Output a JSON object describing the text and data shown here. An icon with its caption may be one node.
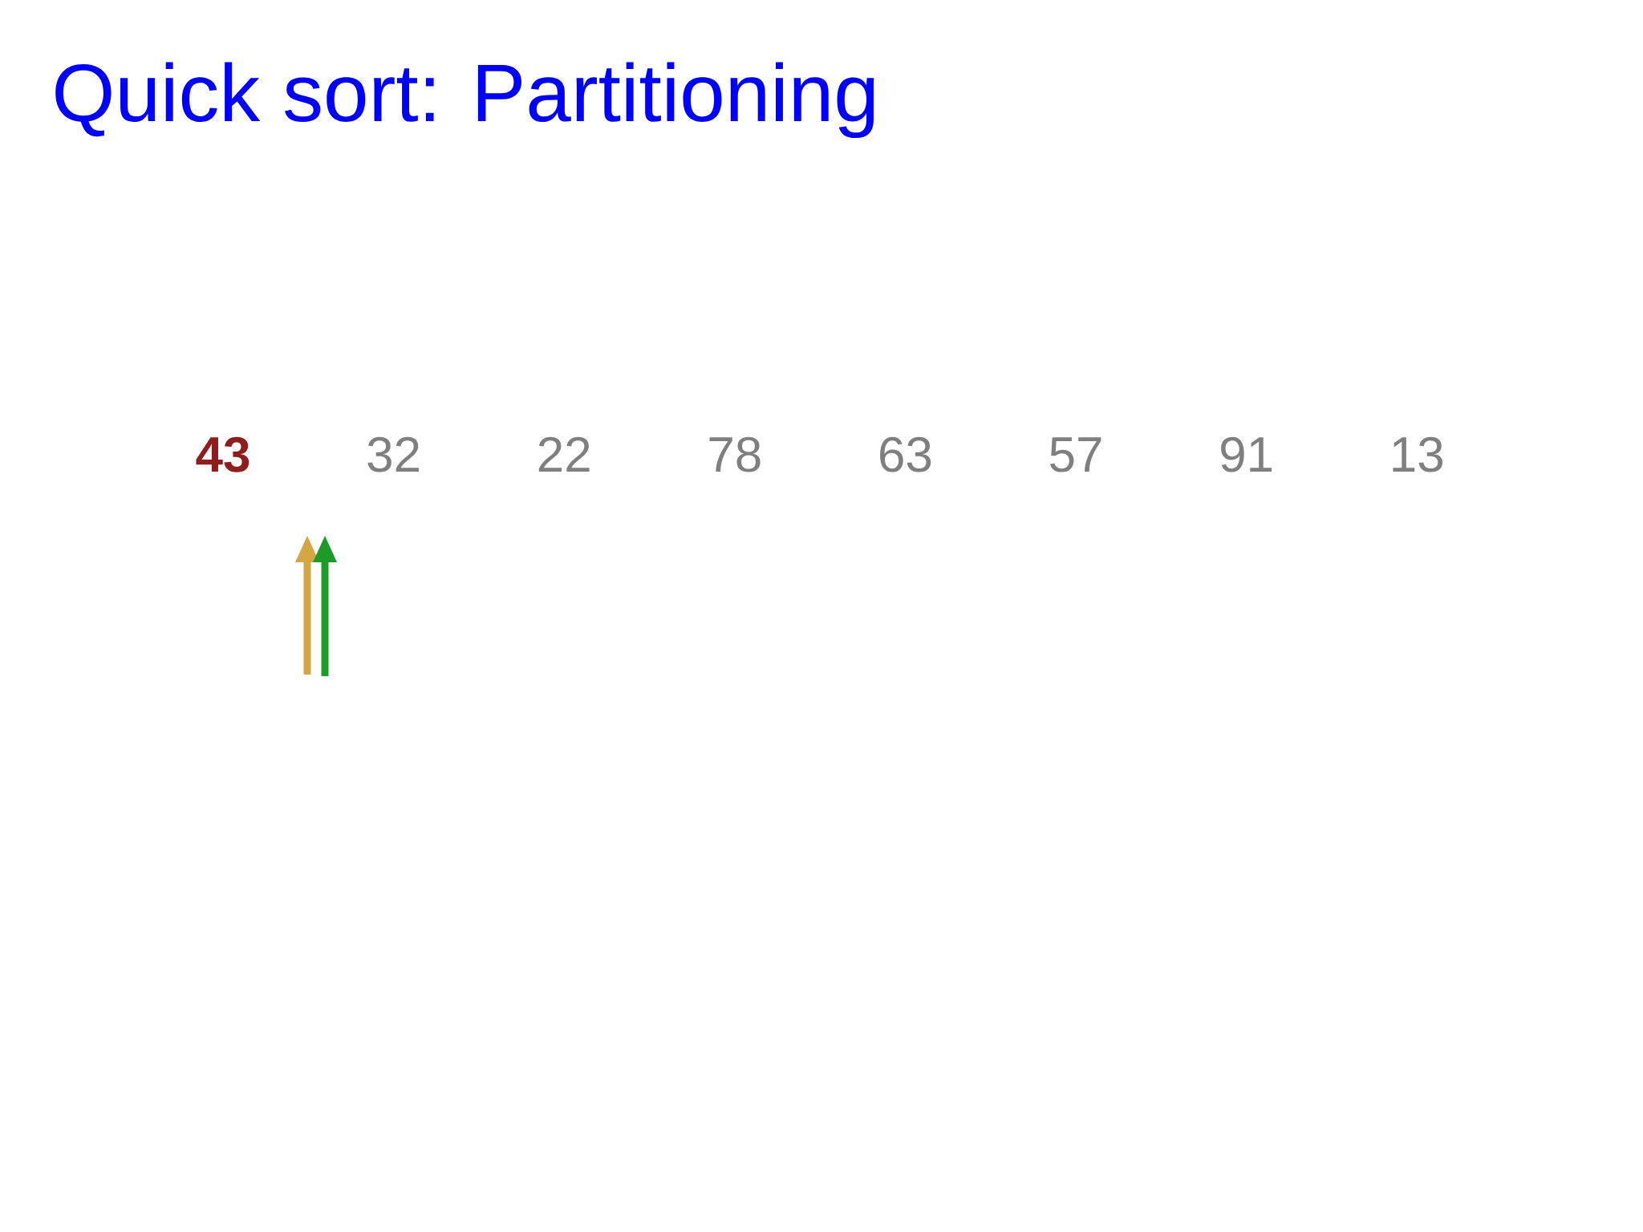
{
  "diagram": {
    "title": "Quick sort: Partitioning",
    "labels": [
      "43",
      "32",
      "22",
      "78",
      "63",
      "57",
      "91",
      "13"
    ]
  }
}
